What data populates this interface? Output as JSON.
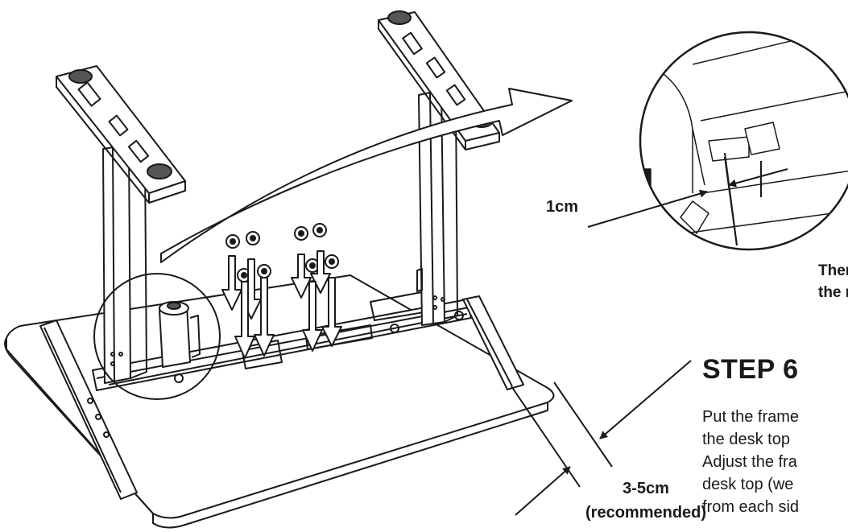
{
  "annotations": {
    "zoom_measure": "1cm",
    "gap_measure": "3-5cm",
    "gap_note": "(recommended)",
    "caption_line1": "There",
    "caption_line2": "the nu"
  },
  "step": {
    "title": "STEP 6",
    "lines": [
      "Put the frame",
      "the desk top",
      "Adjust the fra",
      "desk top (we",
      "from each sid"
    ]
  },
  "colors": {
    "ink": "#1a1a1a",
    "background": "#ffffff"
  }
}
